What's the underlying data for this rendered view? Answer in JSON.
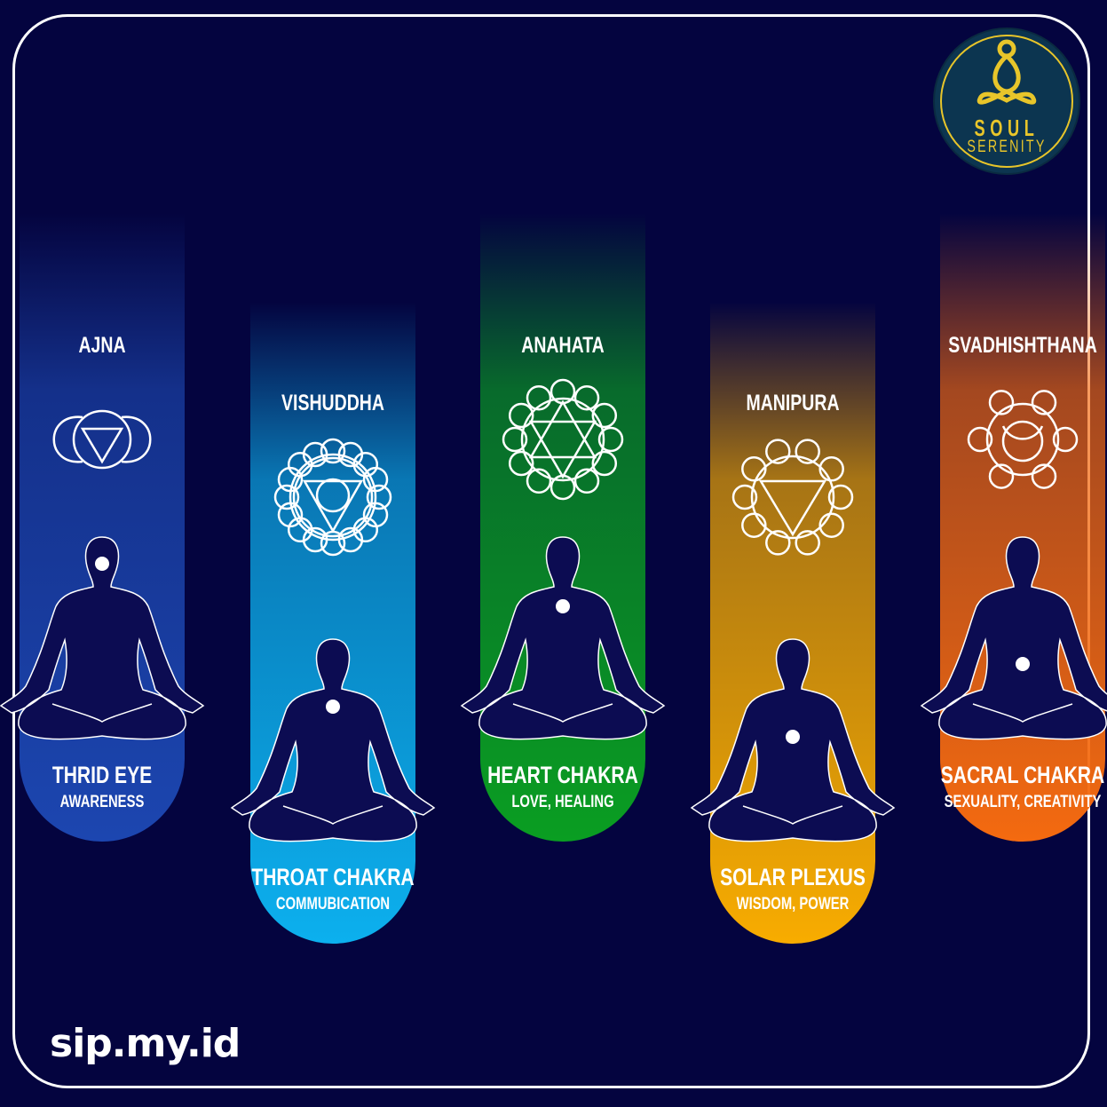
{
  "logo": {
    "line1": "SOUL",
    "line2": "SERENITY",
    "color": "#e8c52a"
  },
  "footer": "sip.my.id",
  "chakras": [
    {
      "name": "AJNA",
      "label": "THRID EYE",
      "meaning": "AWARENESS",
      "color": "#1c46b0",
      "symbol": "eye",
      "dot": "forehead"
    },
    {
      "name": "VISHUDDHA",
      "label": "THROAT CHAKRA",
      "meaning": "COMMUBICATION",
      "color": "#0cb0ee",
      "symbol": "throat",
      "dot": "throat"
    },
    {
      "name": "ANAHATA",
      "label": "HEART CHAKRA",
      "meaning": "LOVE, HEALING",
      "color": "#0a9e22",
      "symbol": "heart",
      "dot": "heart"
    },
    {
      "name": "MANIPURA",
      "label": "SOLAR PLEXUS",
      "meaning": "WISDOM, POWER",
      "color": "#f8ac00",
      "symbol": "solar",
      "dot": "solar"
    },
    {
      "name": "SVADHISHTHANA",
      "label": "SACRAL CHAKRA",
      "meaning": "SEXUALITY, CREATIVITY",
      "color": "#f46a10",
      "symbol": "sacral",
      "dot": "sacral"
    }
  ]
}
